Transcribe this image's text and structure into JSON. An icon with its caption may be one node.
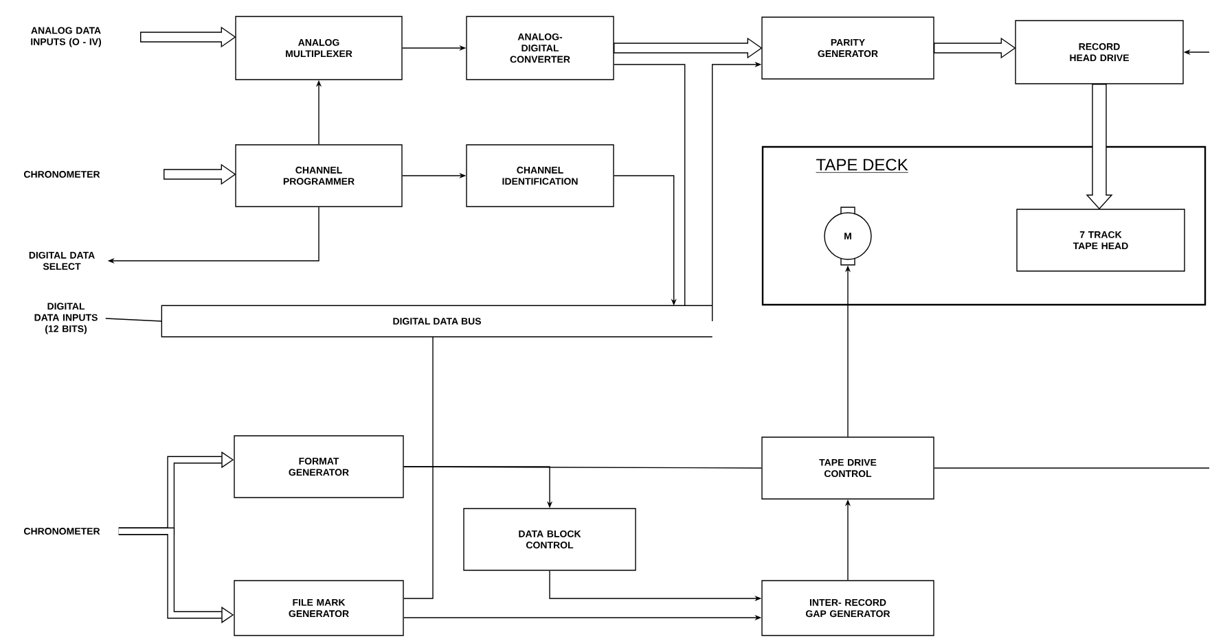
{
  "diagram": {
    "nodes": [
      {
        "text": [
          "ANALOG DATA INPUTS (O - IV)"
        ]
      },
      {
        "text": [
          "ANALOG MULTIPLEXER"
        ]
      },
      {
        "text": [
          "ANALOG- DIGITAL CONVERTER"
        ]
      },
      {
        "text": [
          "PARITY GENERATOR"
        ]
      },
      {
        "text": [
          "RECORD HEAD DRIVE"
        ]
      },
      {
        "text": [
          "CHRONOMETER"
        ]
      },
      {
        "text": [
          "CHANNEL PROGRAMMER"
        ]
      },
      {
        "text": [
          "CHANNEL IDENTIFICATION"
        ]
      },
      {
        "text": [
          "DIGITAL DATA SELECT"
        ]
      },
      {
        "text": [
          "DIGITAL DATA INPUTS (12 BITS)"
        ]
      },
      {
        "text": [
          "DIGITAL DATA BUS"
        ]
      },
      {
        "text": [
          "TAPE DECK"
        ]
      },
      {
        "text": [
          "M"
        ],
        "in": 11
      },
      {
        "text": [
          "7 TRACK TAPE HEAD"
        ],
        "in": 11
      },
      {
        "text": [
          "CHRONOMETER"
        ]
      },
      {
        "text": [
          "FORMAT GENERATOR"
        ]
      },
      {
        "text": [
          "FILE MARK GENERATOR"
        ]
      },
      {
        "text": [
          "DATA BLOCK CONTROL"
        ]
      },
      {
        "text": [
          "TAPE DRIVE CONTROL"
        ]
      },
      {
        "text": [
          "INTER- RECORD GAP GENERATOR"
        ]
      }
    ],
    "edges": [
      {
        "from": 0,
        "to": 1,
        "arrow": "to",
        "style": "thick"
      },
      {
        "from": 1,
        "to": 2,
        "arrow": "to"
      },
      {
        "from": 6,
        "to": 1,
        "arrow": "to"
      },
      {
        "from": 5,
        "to": 6,
        "arrow": "to",
        "style": "thick"
      },
      {
        "from": 6,
        "to": 7,
        "arrow": "to"
      },
      {
        "from": 6,
        "to": 8,
        "arrow": "to"
      },
      {
        "from": 7,
        "to": 10,
        "arrow": "to"
      },
      {
        "from": 2,
        "to": 3,
        "arrow": "to",
        "style": "thick"
      },
      {
        "from": 2,
        "to": 10,
        "arrow": "none"
      },
      {
        "from": 10,
        "to": 3,
        "arrow": "to"
      },
      {
        "from": 9,
        "to": 10,
        "arrow": "none"
      },
      {
        "from": 3,
        "to": 4,
        "arrow": "to",
        "style": "thick"
      },
      {
        "from": 4,
        "to": 13,
        "arrow": "to",
        "style": "thick"
      },
      {
        "from": null,
        "to": 4,
        "arrow": "to"
      },
      {
        "from": 18,
        "to": 12,
        "arrow": "to"
      },
      {
        "from": 15,
        "to": 18,
        "arrow": "none"
      },
      {
        "from": 15,
        "to": 17,
        "arrow": "to"
      },
      {
        "from": 17,
        "to": 19,
        "arrow": "to"
      },
      {
        "from": 16,
        "to": 10,
        "arrow": "none"
      },
      {
        "from": 16,
        "to": 19,
        "arrow": "to"
      },
      {
        "from": 19,
        "to": 18,
        "arrow": "to"
      },
      {
        "from": 18,
        "to": null,
        "arrow": "none"
      },
      {
        "from": 14,
        "to": 15,
        "arrow": "to",
        "style": "thick"
      },
      {
        "from": 14,
        "to": 16,
        "arrow": "to",
        "style": "thick"
      }
    ]
  }
}
